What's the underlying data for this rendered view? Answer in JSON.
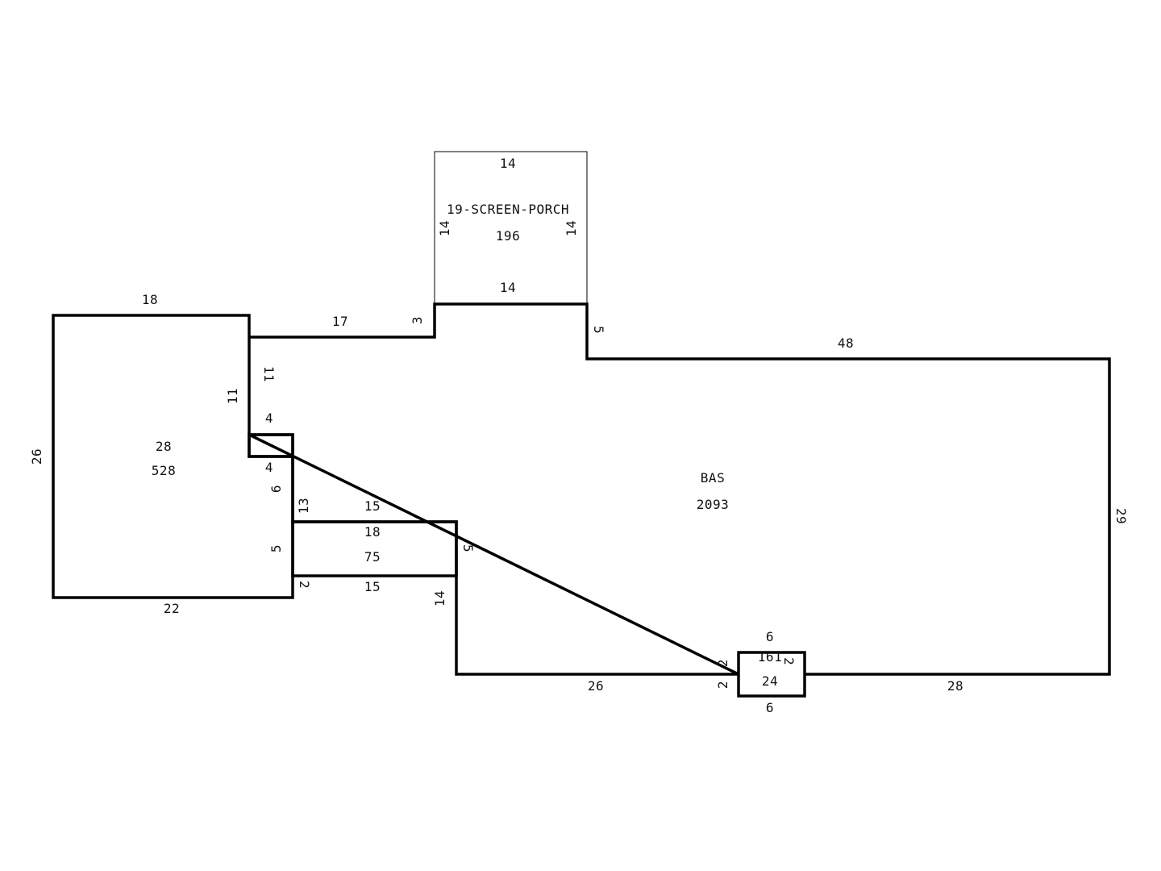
{
  "areas": {
    "screen_porch": {
      "name": "19-SCREEN-PORCH",
      "area": "196"
    },
    "garage": {
      "code": "28",
      "area": "528"
    },
    "bas": {
      "name": "BAS",
      "area": "2093"
    },
    "inner": {
      "code": "18",
      "area": "75"
    },
    "small": {
      "code": "161",
      "area": "24"
    }
  },
  "dimensions": {
    "porch_top": "14",
    "porch_left": "14",
    "porch_right": "14",
    "porch_bottom": "14",
    "garage_top": "18",
    "garage_left": "26",
    "garage_bottom": "22",
    "upper_wall": "17",
    "step_3": "3",
    "step_5": "5",
    "top_right": "48",
    "right_side": "29",
    "bottom_right": "28",
    "bottom_left": "26",
    "left_11_a": "11",
    "left_11_b": "11",
    "notch_top": "4",
    "notch_bottom": "4",
    "left_6": "6",
    "left_13": "13",
    "left_5": "5",
    "inner_top": "15",
    "inner_bottom": "15",
    "inner_right": "5",
    "left_2": "2",
    "lower_14": "14",
    "small_top": "6",
    "small_bottom": "6",
    "small_left_a": "2",
    "small_left_b": "2",
    "small_right": "2"
  }
}
